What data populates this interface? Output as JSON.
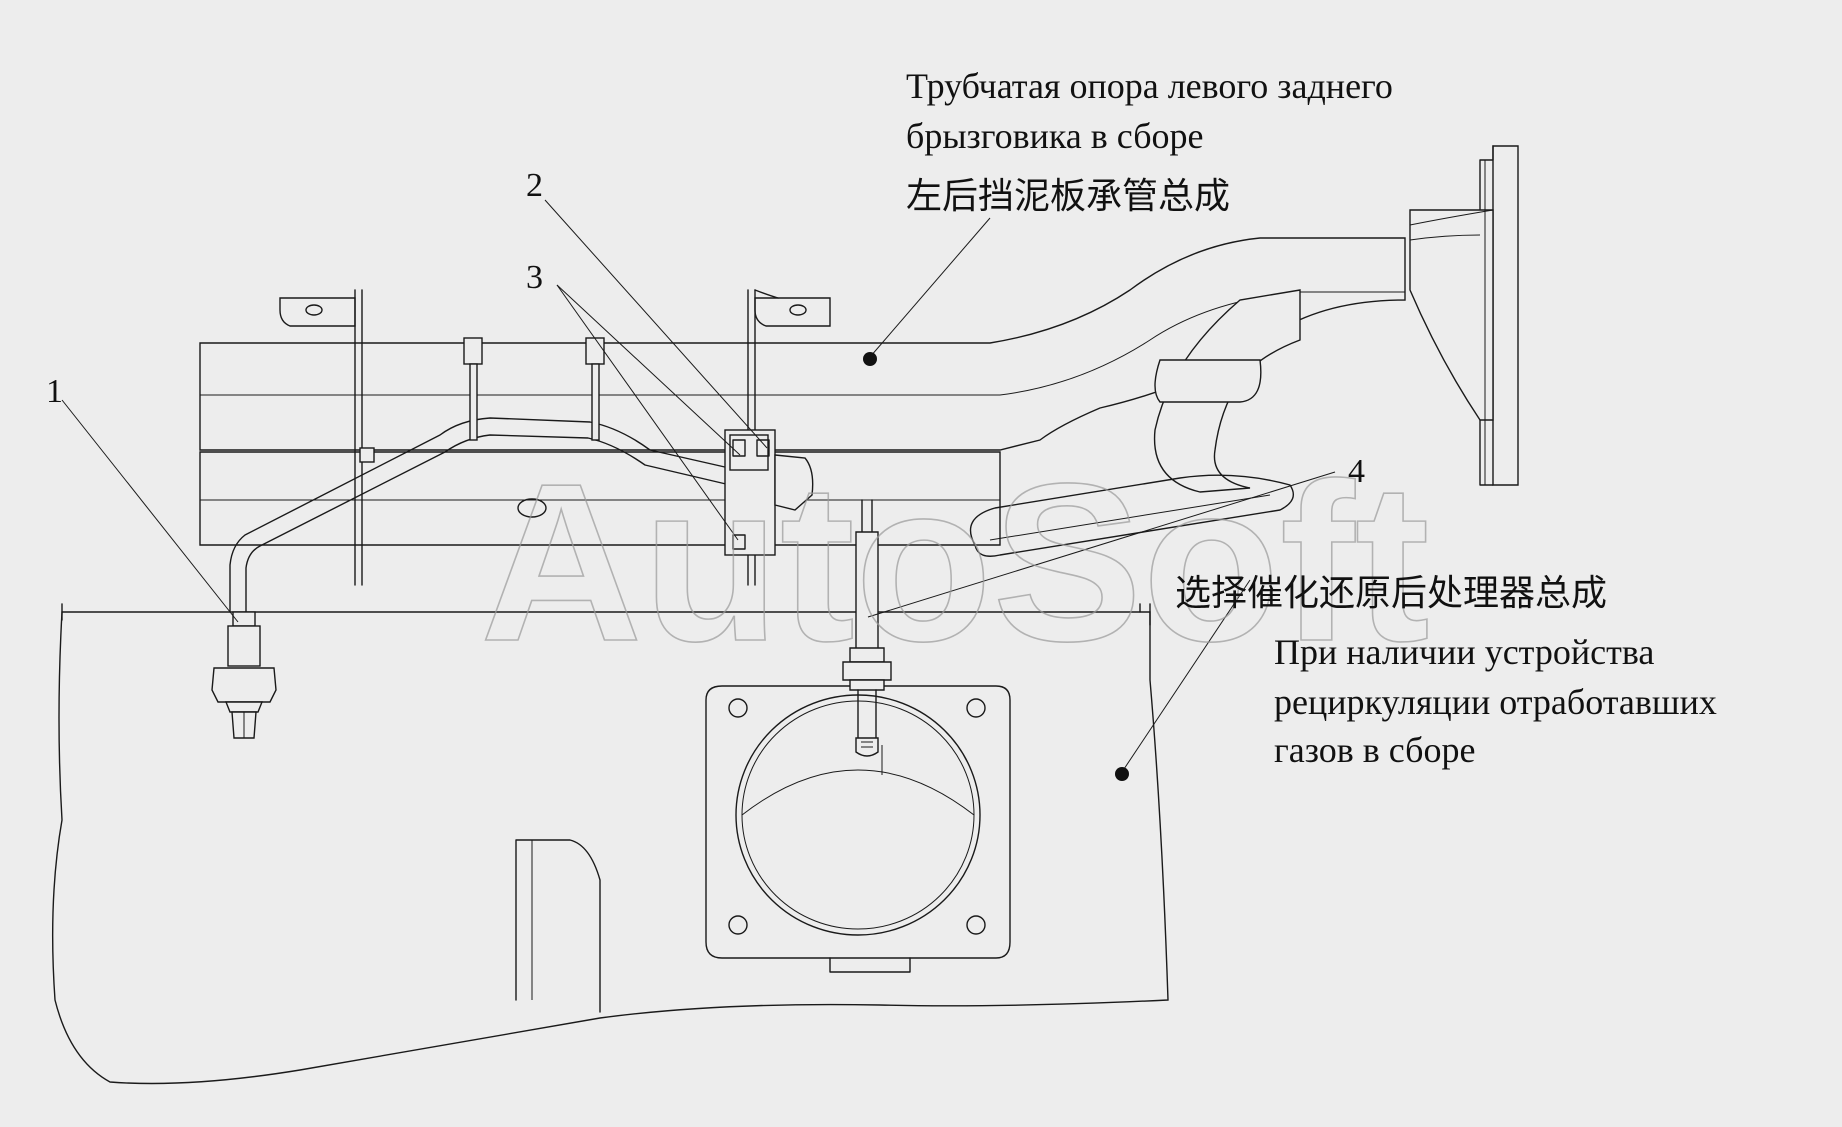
{
  "callouts": {
    "c1": "1",
    "c2": "2",
    "c3": "3",
    "c4": "4"
  },
  "labels": {
    "mudguard_ru_line1": "Трубчатая опора левого заднего",
    "mudguard_ru_line2": "брызговика в сборе",
    "mudguard_cn": "左后挡泥板承管总成",
    "scr_cn": "选择催化还原后处理器总成",
    "scr_ru_line1": "При наличии устройства",
    "scr_ru_line2": "рециркуляции отработавших",
    "scr_ru_line3": "газов в сборе"
  },
  "watermark": "AutoSoft"
}
